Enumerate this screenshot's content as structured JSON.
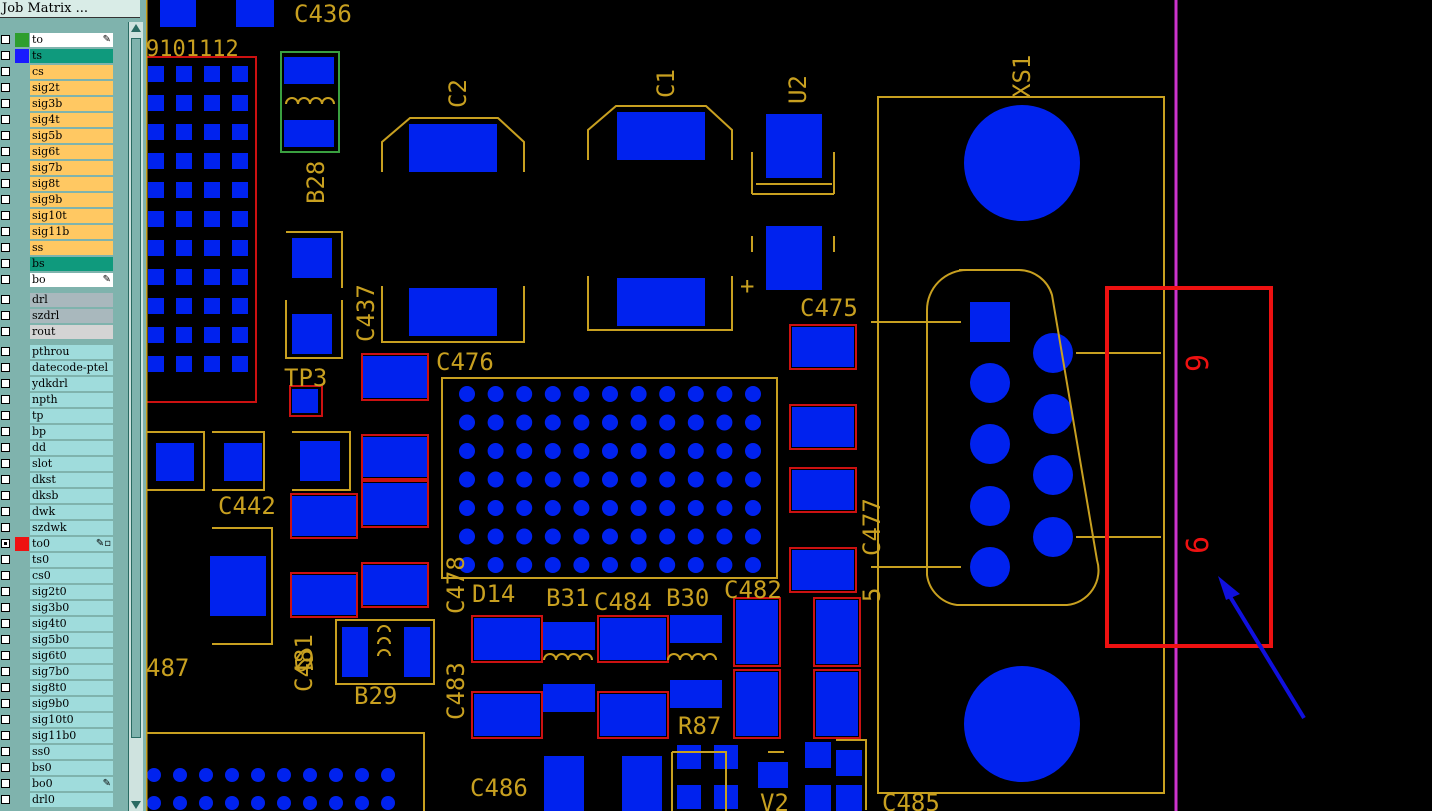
{
  "window": {
    "title": "Job Matrix ..."
  },
  "colors": {
    "board": "#000000",
    "pad": "#0022ee",
    "silk": "#c8a020",
    "outline": "#cc1111",
    "mask": "#3aa040",
    "highlight_box": "#ee1111",
    "arrow": "#1010dd",
    "profile": "#cc33cc"
  },
  "layers": [
    {
      "name": "to",
      "color": "#ffffff",
      "swatch": "#2e9e2e",
      "checked": false,
      "marker": "✎"
    },
    {
      "name": "ts",
      "color": "#0f9a7d",
      "swatch": "#1a1aff",
      "checked": false,
      "marker": ""
    },
    {
      "name": "cs",
      "color": "#ffc862",
      "swatch": "",
      "checked": false,
      "marker": ""
    },
    {
      "name": "sig2t",
      "color": "#ffc862",
      "swatch": "",
      "checked": false,
      "marker": ""
    },
    {
      "name": "sig3b",
      "color": "#ffc862",
      "swatch": "",
      "checked": false,
      "marker": ""
    },
    {
      "name": "sig4t",
      "color": "#ffc862",
      "swatch": "",
      "checked": false,
      "marker": ""
    },
    {
      "name": "sig5b",
      "color": "#ffc862",
      "swatch": "",
      "checked": false,
      "marker": ""
    },
    {
      "name": "sig6t",
      "color": "#ffc862",
      "swatch": "",
      "checked": false,
      "marker": ""
    },
    {
      "name": "sig7b",
      "color": "#ffc862",
      "swatch": "",
      "checked": false,
      "marker": ""
    },
    {
      "name": "sig8t",
      "color": "#ffc862",
      "swatch": "",
      "checked": false,
      "marker": ""
    },
    {
      "name": "sig9b",
      "color": "#ffc862",
      "swatch": "",
      "checked": false,
      "marker": ""
    },
    {
      "name": "sig10t",
      "color": "#ffc862",
      "swatch": "",
      "checked": false,
      "marker": ""
    },
    {
      "name": "sig11b",
      "color": "#ffc862",
      "swatch": "",
      "checked": false,
      "marker": ""
    },
    {
      "name": "ss",
      "color": "#ffc862",
      "swatch": "",
      "checked": false,
      "marker": ""
    },
    {
      "name": "bs",
      "color": "#0f9a7d",
      "swatch": "",
      "checked": false,
      "marker": ""
    },
    {
      "name": "bo",
      "color": "#ffffff",
      "swatch": "",
      "checked": false,
      "marker": "✎"
    },
    {
      "name": "drl",
      "color": "#a9b8bd",
      "swatch": "",
      "checked": false,
      "marker": "",
      "gap": true
    },
    {
      "name": "szdrl",
      "color": "#a9b8bd",
      "swatch": "",
      "checked": false,
      "marker": ""
    },
    {
      "name": "rout",
      "color": "#d4d4d4",
      "swatch": "",
      "checked": false,
      "marker": ""
    },
    {
      "name": "pthrou",
      "color": "#9fdcdc",
      "swatch": "",
      "checked": false,
      "marker": "",
      "gap": true
    },
    {
      "name": "datecode-ptel",
      "color": "#9fdcdc",
      "swatch": "",
      "checked": false,
      "marker": ""
    },
    {
      "name": "ydkdrl",
      "color": "#9fdcdc",
      "swatch": "",
      "checked": false,
      "marker": ""
    },
    {
      "name": "npth",
      "color": "#9fdcdc",
      "swatch": "",
      "checked": false,
      "marker": ""
    },
    {
      "name": "tp",
      "color": "#9fdcdc",
      "swatch": "",
      "checked": false,
      "marker": ""
    },
    {
      "name": "bp",
      "color": "#9fdcdc",
      "swatch": "",
      "checked": false,
      "marker": ""
    },
    {
      "name": "dd",
      "color": "#9fdcdc",
      "swatch": "",
      "checked": false,
      "marker": ""
    },
    {
      "name": "slot",
      "color": "#9fdcdc",
      "swatch": "",
      "checked": false,
      "marker": ""
    },
    {
      "name": "dkst",
      "color": "#9fdcdc",
      "swatch": "",
      "checked": false,
      "marker": ""
    },
    {
      "name": "dksb",
      "color": "#9fdcdc",
      "swatch": "",
      "checked": false,
      "marker": ""
    },
    {
      "name": "dwk",
      "color": "#9fdcdc",
      "swatch": "",
      "checked": false,
      "marker": ""
    },
    {
      "name": "szdwk",
      "color": "#9fdcdc",
      "swatch": "",
      "checked": false,
      "marker": ""
    },
    {
      "name": "to0",
      "color": "#9fdcdc",
      "swatch": "#ee1111",
      "checked": true,
      "marker": "✎▫"
    },
    {
      "name": "ts0",
      "color": "#9fdcdc",
      "swatch": "",
      "checked": false,
      "marker": ""
    },
    {
      "name": "cs0",
      "color": "#9fdcdc",
      "swatch": "",
      "checked": false,
      "marker": ""
    },
    {
      "name": "sig2t0",
      "color": "#9fdcdc",
      "swatch": "",
      "checked": false,
      "marker": ""
    },
    {
      "name": "sig3b0",
      "color": "#9fdcdc",
      "swatch": "",
      "checked": false,
      "marker": ""
    },
    {
      "name": "sig4t0",
      "color": "#9fdcdc",
      "swatch": "",
      "checked": false,
      "marker": ""
    },
    {
      "name": "sig5b0",
      "color": "#9fdcdc",
      "swatch": "",
      "checked": false,
      "marker": ""
    },
    {
      "name": "sig6t0",
      "color": "#9fdcdc",
      "swatch": "",
      "checked": false,
      "marker": ""
    },
    {
      "name": "sig7b0",
      "color": "#9fdcdc",
      "swatch": "",
      "checked": false,
      "marker": ""
    },
    {
      "name": "sig8t0",
      "color": "#9fdcdc",
      "swatch": "",
      "checked": false,
      "marker": ""
    },
    {
      "name": "sig9b0",
      "color": "#9fdcdc",
      "swatch": "",
      "checked": false,
      "marker": ""
    },
    {
      "name": "sig10t0",
      "color": "#9fdcdc",
      "swatch": "",
      "checked": false,
      "marker": ""
    },
    {
      "name": "sig11b0",
      "color": "#9fdcdc",
      "swatch": "",
      "checked": false,
      "marker": ""
    },
    {
      "name": "ss0",
      "color": "#9fdcdc",
      "swatch": "",
      "checked": false,
      "marker": ""
    },
    {
      "name": "bs0",
      "color": "#9fdcdc",
      "swatch": "",
      "checked": false,
      "marker": ""
    },
    {
      "name": "bo0",
      "color": "#9fdcdc",
      "swatch": "",
      "checked": false,
      "marker": "✎"
    },
    {
      "name": "drl0",
      "color": "#9fdcdc",
      "swatch": "",
      "checked": false,
      "marker": ""
    }
  ],
  "board_labels": {
    "c436": "C436",
    "bga_cols": "9101112",
    "c2": "C2",
    "c1": "C1",
    "u2": "U2",
    "xs1": "XS1",
    "b28": "B28",
    "c437": "C437",
    "c475": "C475",
    "tp3": "TP3",
    "c476": "C476",
    "c442": "C442",
    "c477": "C477",
    "d14": "D14",
    "b31": "B31",
    "c484": "C484",
    "b30": "B30",
    "c482": "C482",
    "c481": "C481",
    "c478": "C478",
    "c483": "C483",
    "b29": "B29",
    "r87": "R87",
    "c486": "C486",
    "c485": "C485",
    "r487": "487",
    "pin6": "6",
    "pin9": "9",
    "plus": "+",
    "v2": "V2",
    "five": "5"
  }
}
